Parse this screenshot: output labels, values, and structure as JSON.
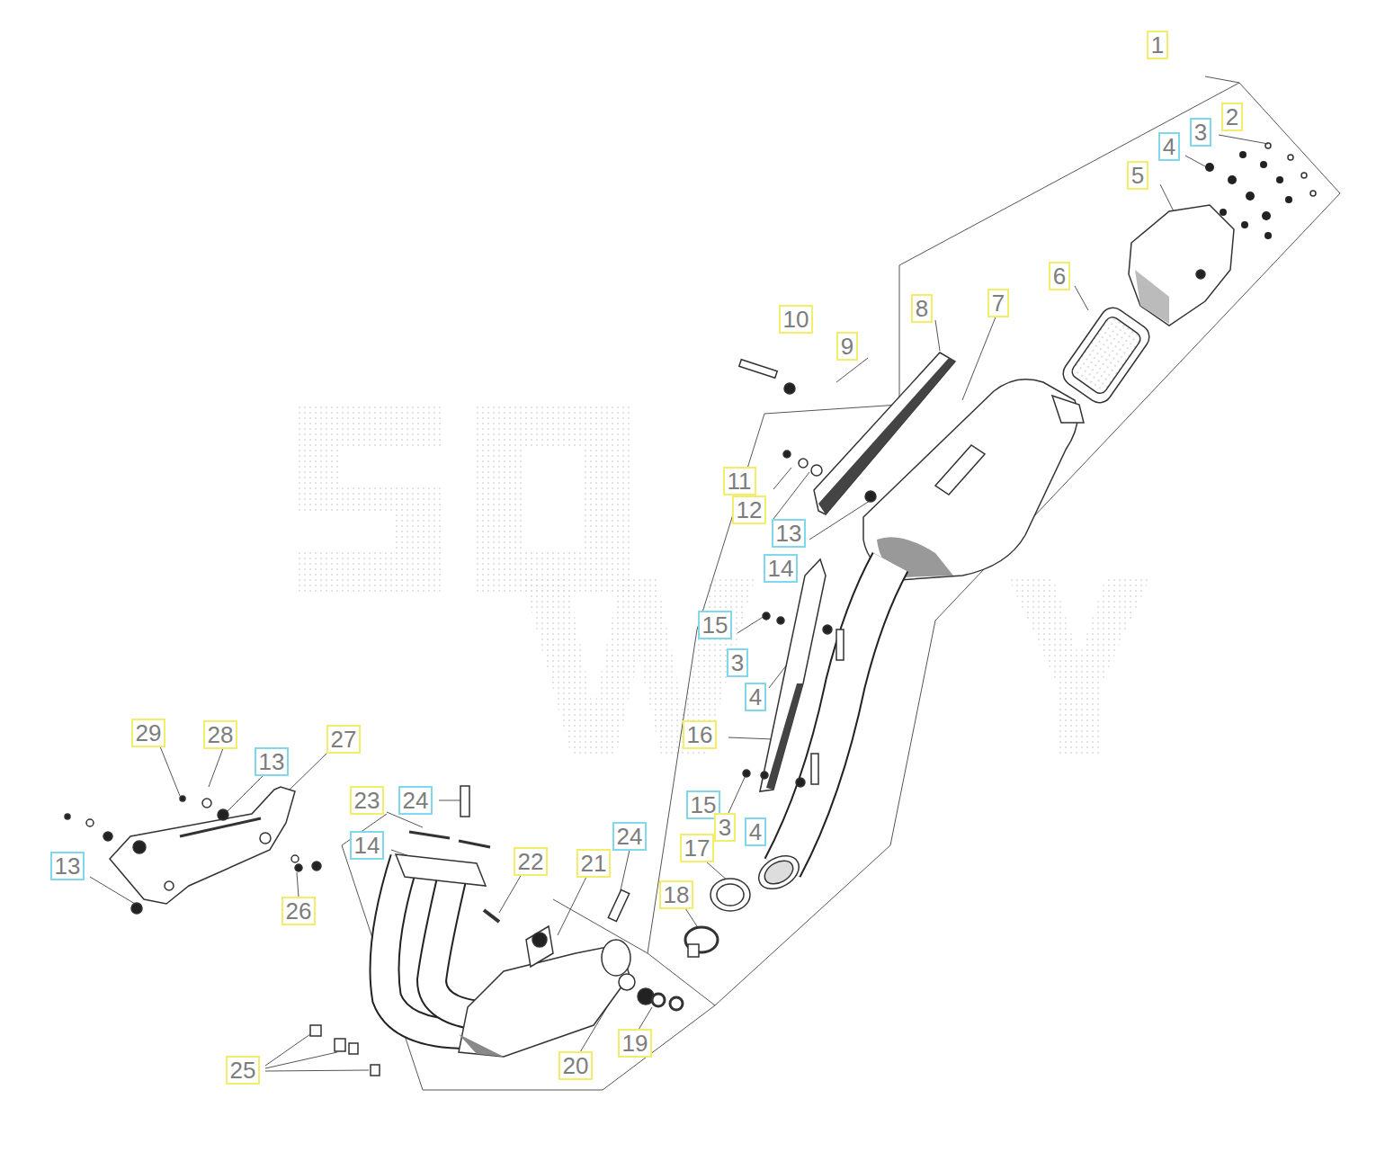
{
  "diagram": {
    "labels": [
      "1",
      "2",
      "3",
      "4",
      "5",
      "6",
      "7",
      "8",
      "10",
      "9",
      "11",
      "12",
      "13",
      "14",
      "15",
      "3",
      "4",
      "16",
      "29",
      "28",
      "27",
      "13",
      "15",
      "3",
      "4",
      "23",
      "24",
      "24",
      "17",
      "14",
      "13",
      "22",
      "21",
      "18",
      "26",
      "19",
      "20",
      "25"
    ]
  }
}
